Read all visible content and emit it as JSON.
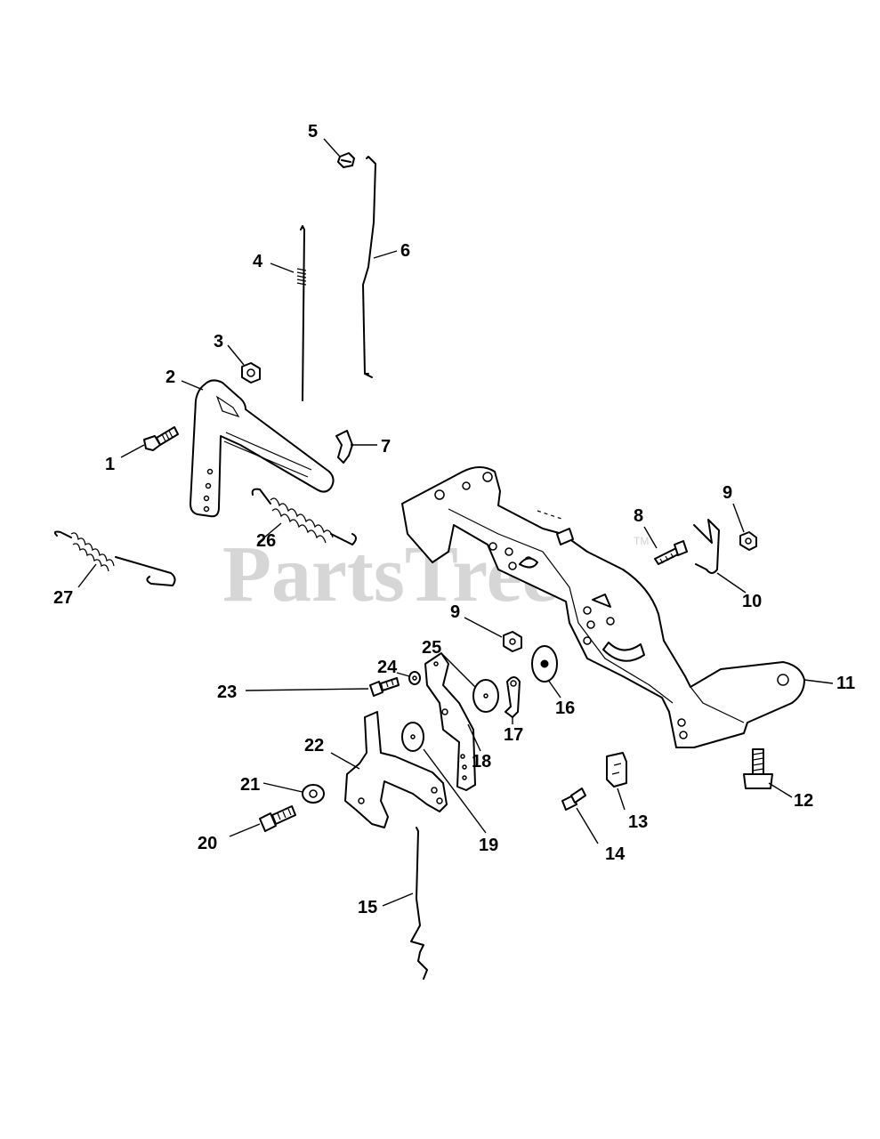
{
  "watermark": {
    "text": "PartsTree",
    "trademark": "TM"
  },
  "callouts": {
    "c1": "1",
    "c2": "2",
    "c3": "3",
    "c4": "4",
    "c5": "5",
    "c6": "6",
    "c7": "7",
    "c8": "8",
    "c9a": "9",
    "c9b": "9",
    "c10": "10",
    "c11": "11",
    "c12": "12",
    "c13": "13",
    "c14": "14",
    "c15": "15",
    "c16": "16",
    "c17": "17",
    "c18": "18",
    "c19": "19",
    "c20": "20",
    "c21": "21",
    "c22": "22",
    "c23": "23",
    "c24": "24",
    "c25": "25",
    "c26": "26",
    "c27": "27"
  }
}
